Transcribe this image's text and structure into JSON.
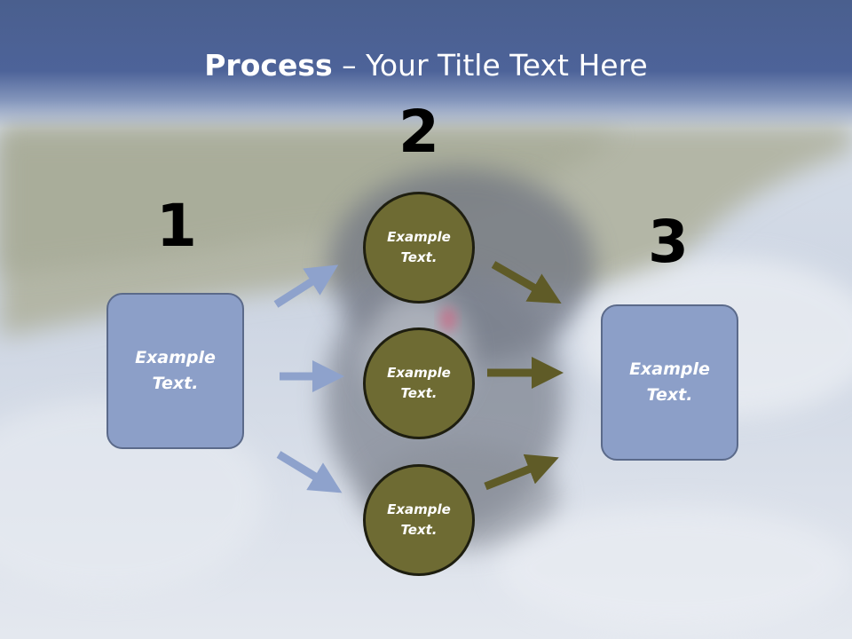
{
  "title": {
    "bold": "Process",
    "rest": " – Your Title Text Here"
  },
  "steps": [
    {
      "number": "1",
      "text": "Example\nText."
    },
    {
      "number": "2",
      "circles": [
        {
          "text": "Example\nText."
        },
        {
          "text": "Example\nText."
        },
        {
          "text": "Example\nText."
        }
      ]
    },
    {
      "number": "3",
      "text": "Example\nText."
    }
  ],
  "colors": {
    "header": "#4d6399",
    "box_fill": "#8c9fc8",
    "circle_fill": "#6e6b33",
    "arrow_blue": "#8ea2cc",
    "arrow_olive": "#5f5b27"
  }
}
